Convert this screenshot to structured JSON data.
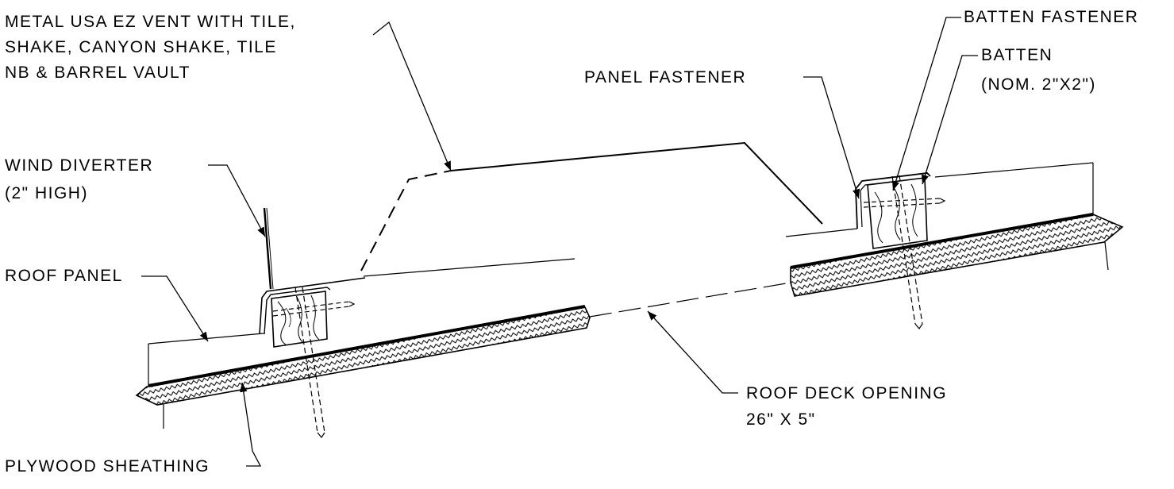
{
  "labels": {
    "vent_line1": "METAL USA EZ VENT WITH TILE,",
    "vent_line2": "SHAKE, CANYON SHAKE, TILE",
    "vent_line3": "NB & BARREL VAULT",
    "wind_line1": "WIND DIVERTER",
    "wind_line2": "(2\" HIGH)",
    "roof_panel": "ROOF PANEL",
    "plywood": "PLYWOOD SHEATHING",
    "panel_fastener": "PANEL FASTENER",
    "batten_fastener": "BATTEN FASTENER",
    "batten_line1": "BATTEN",
    "batten_line2": "(NOM. 2\"X2\")",
    "deck_line1": "ROOF DECK OPENING",
    "deck_line2": "26\" X 5\""
  },
  "colors": {
    "ink": "#000000",
    "background": "#ffffff"
  }
}
